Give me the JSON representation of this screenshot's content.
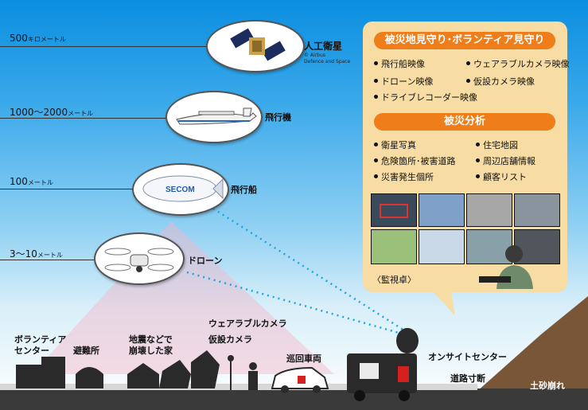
{
  "altitudes": [
    {
      "value": "500",
      "unit": "キロメートル"
    },
    {
      "value": "1000〜2000",
      "unit": "メートル"
    },
    {
      "value": "100",
      "unit": "メートル"
    },
    {
      "value": "3〜10",
      "unit": "メートル"
    }
  ],
  "vehicles": {
    "satellite": {
      "label": "人工衛星",
      "credit_line1": "© Airbus",
      "credit_line2": "Defence and Space"
    },
    "airplane": {
      "label": "飛行機"
    },
    "airship": {
      "label": "飛行船",
      "logo": "SECOM"
    },
    "drone": {
      "label": "ドローン"
    }
  },
  "panel": {
    "section1_title": "被災地見守り･ボランティア見守り",
    "section1_items": [
      "飛行船映像",
      "ウェアラブルカメラ映像",
      "ドローン映像",
      "仮設カメラ映像",
      "ドライブレコーダー映像"
    ],
    "section2_title": "被災分析",
    "section2_items": [
      "衛星写真",
      "住宅地図",
      "危険箇所･被害道路",
      "周辺店舗情報",
      "災害発生個所",
      "顧客リスト"
    ],
    "monitor_label": "〈監視卓〉"
  },
  "ground": {
    "volunteer_center_line1": "ボランティア",
    "volunteer_center_line2": "センター",
    "shelter": "避難所",
    "collapsed_line1": "地震などで",
    "collapsed_line2": "崩壊した家",
    "wearable_camera": "ウェアラブルカメラ",
    "temp_camera": "仮設カメラ",
    "patrol_car": "巡回車両",
    "onsite_center": "オンサイトセンター",
    "road_cut": "道路寸断",
    "landslide": "土砂崩れ"
  },
  "colors": {
    "accent": "#ef7d1a",
    "panel_bg": "#f7dca4",
    "sky_top": "#0a8ee0",
    "dotline": "#1aa6e0"
  }
}
